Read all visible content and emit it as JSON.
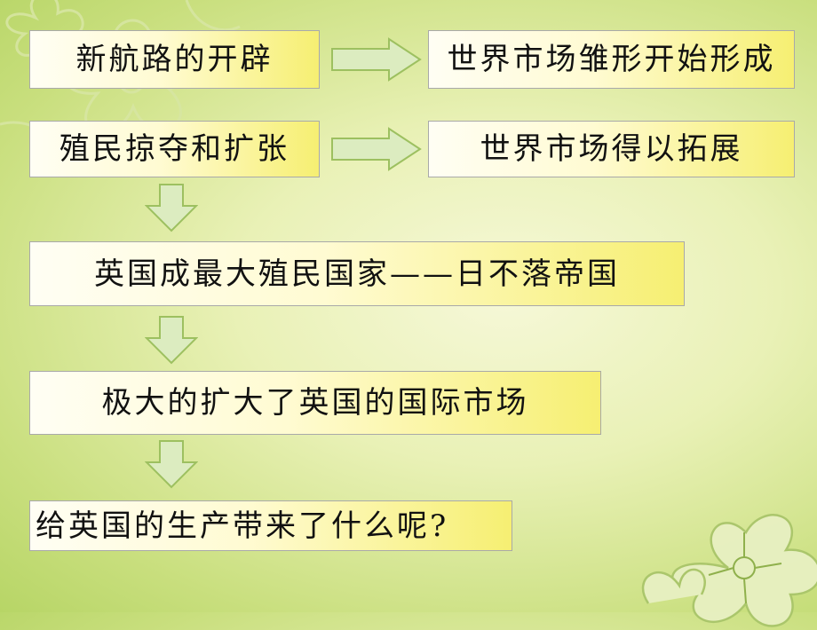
{
  "colors": {
    "box_fill_start": "#fffef4",
    "box_fill_end": "#f6ef72",
    "box_border": "#a9a9a9",
    "arrow_fill": "#dcecc0",
    "arrow_stroke": "#9dc060",
    "text": "#111111"
  },
  "diagram": {
    "row1": {
      "left": "新航路的开辟",
      "right": "世界市场雏形开始形成"
    },
    "row2": {
      "left": "殖民掠夺和扩张",
      "right": "世界市场得以拓展"
    },
    "step3": "英国成最大殖民国家——日不落帝国",
    "step4": "极大的扩大了英国的国际市场",
    "step5": "给英国的生产带来了什么呢?"
  },
  "icons": {
    "right_arrow": "right-arrow-icon",
    "down_arrow": "down-arrow-icon",
    "flower": "flower-decoration"
  }
}
